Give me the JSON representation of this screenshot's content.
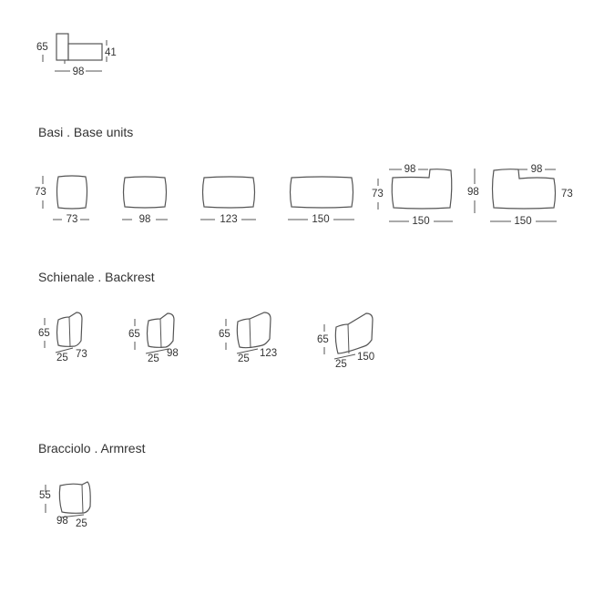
{
  "sections": {
    "base": {
      "title": "Basi . Base units"
    },
    "backrest": {
      "title": "Schienale . Backrest"
    },
    "armrest": {
      "title": "Bracciolo . Armrest"
    }
  },
  "profile": {
    "height": "65",
    "seat": "41",
    "depth": "98"
  },
  "base_units": [
    {
      "width": "73",
      "depth": "73"
    },
    {
      "width": "98"
    },
    {
      "width": "123"
    },
    {
      "width": "150"
    },
    {
      "top": "98",
      "left": "73",
      "bottom": "150"
    },
    {
      "top": "98",
      "left": "98",
      "right": "73",
      "bottom": "150"
    }
  ],
  "backrests": [
    {
      "height": "65",
      "thick": "25",
      "length": "73"
    },
    {
      "height": "65",
      "thick": "25",
      "length": "98"
    },
    {
      "height": "65",
      "thick": "25",
      "length": "123"
    },
    {
      "height": "65",
      "thick": "25",
      "length": "150"
    }
  ],
  "armrest": {
    "height": "55",
    "depth": "98",
    "thick": "25"
  }
}
